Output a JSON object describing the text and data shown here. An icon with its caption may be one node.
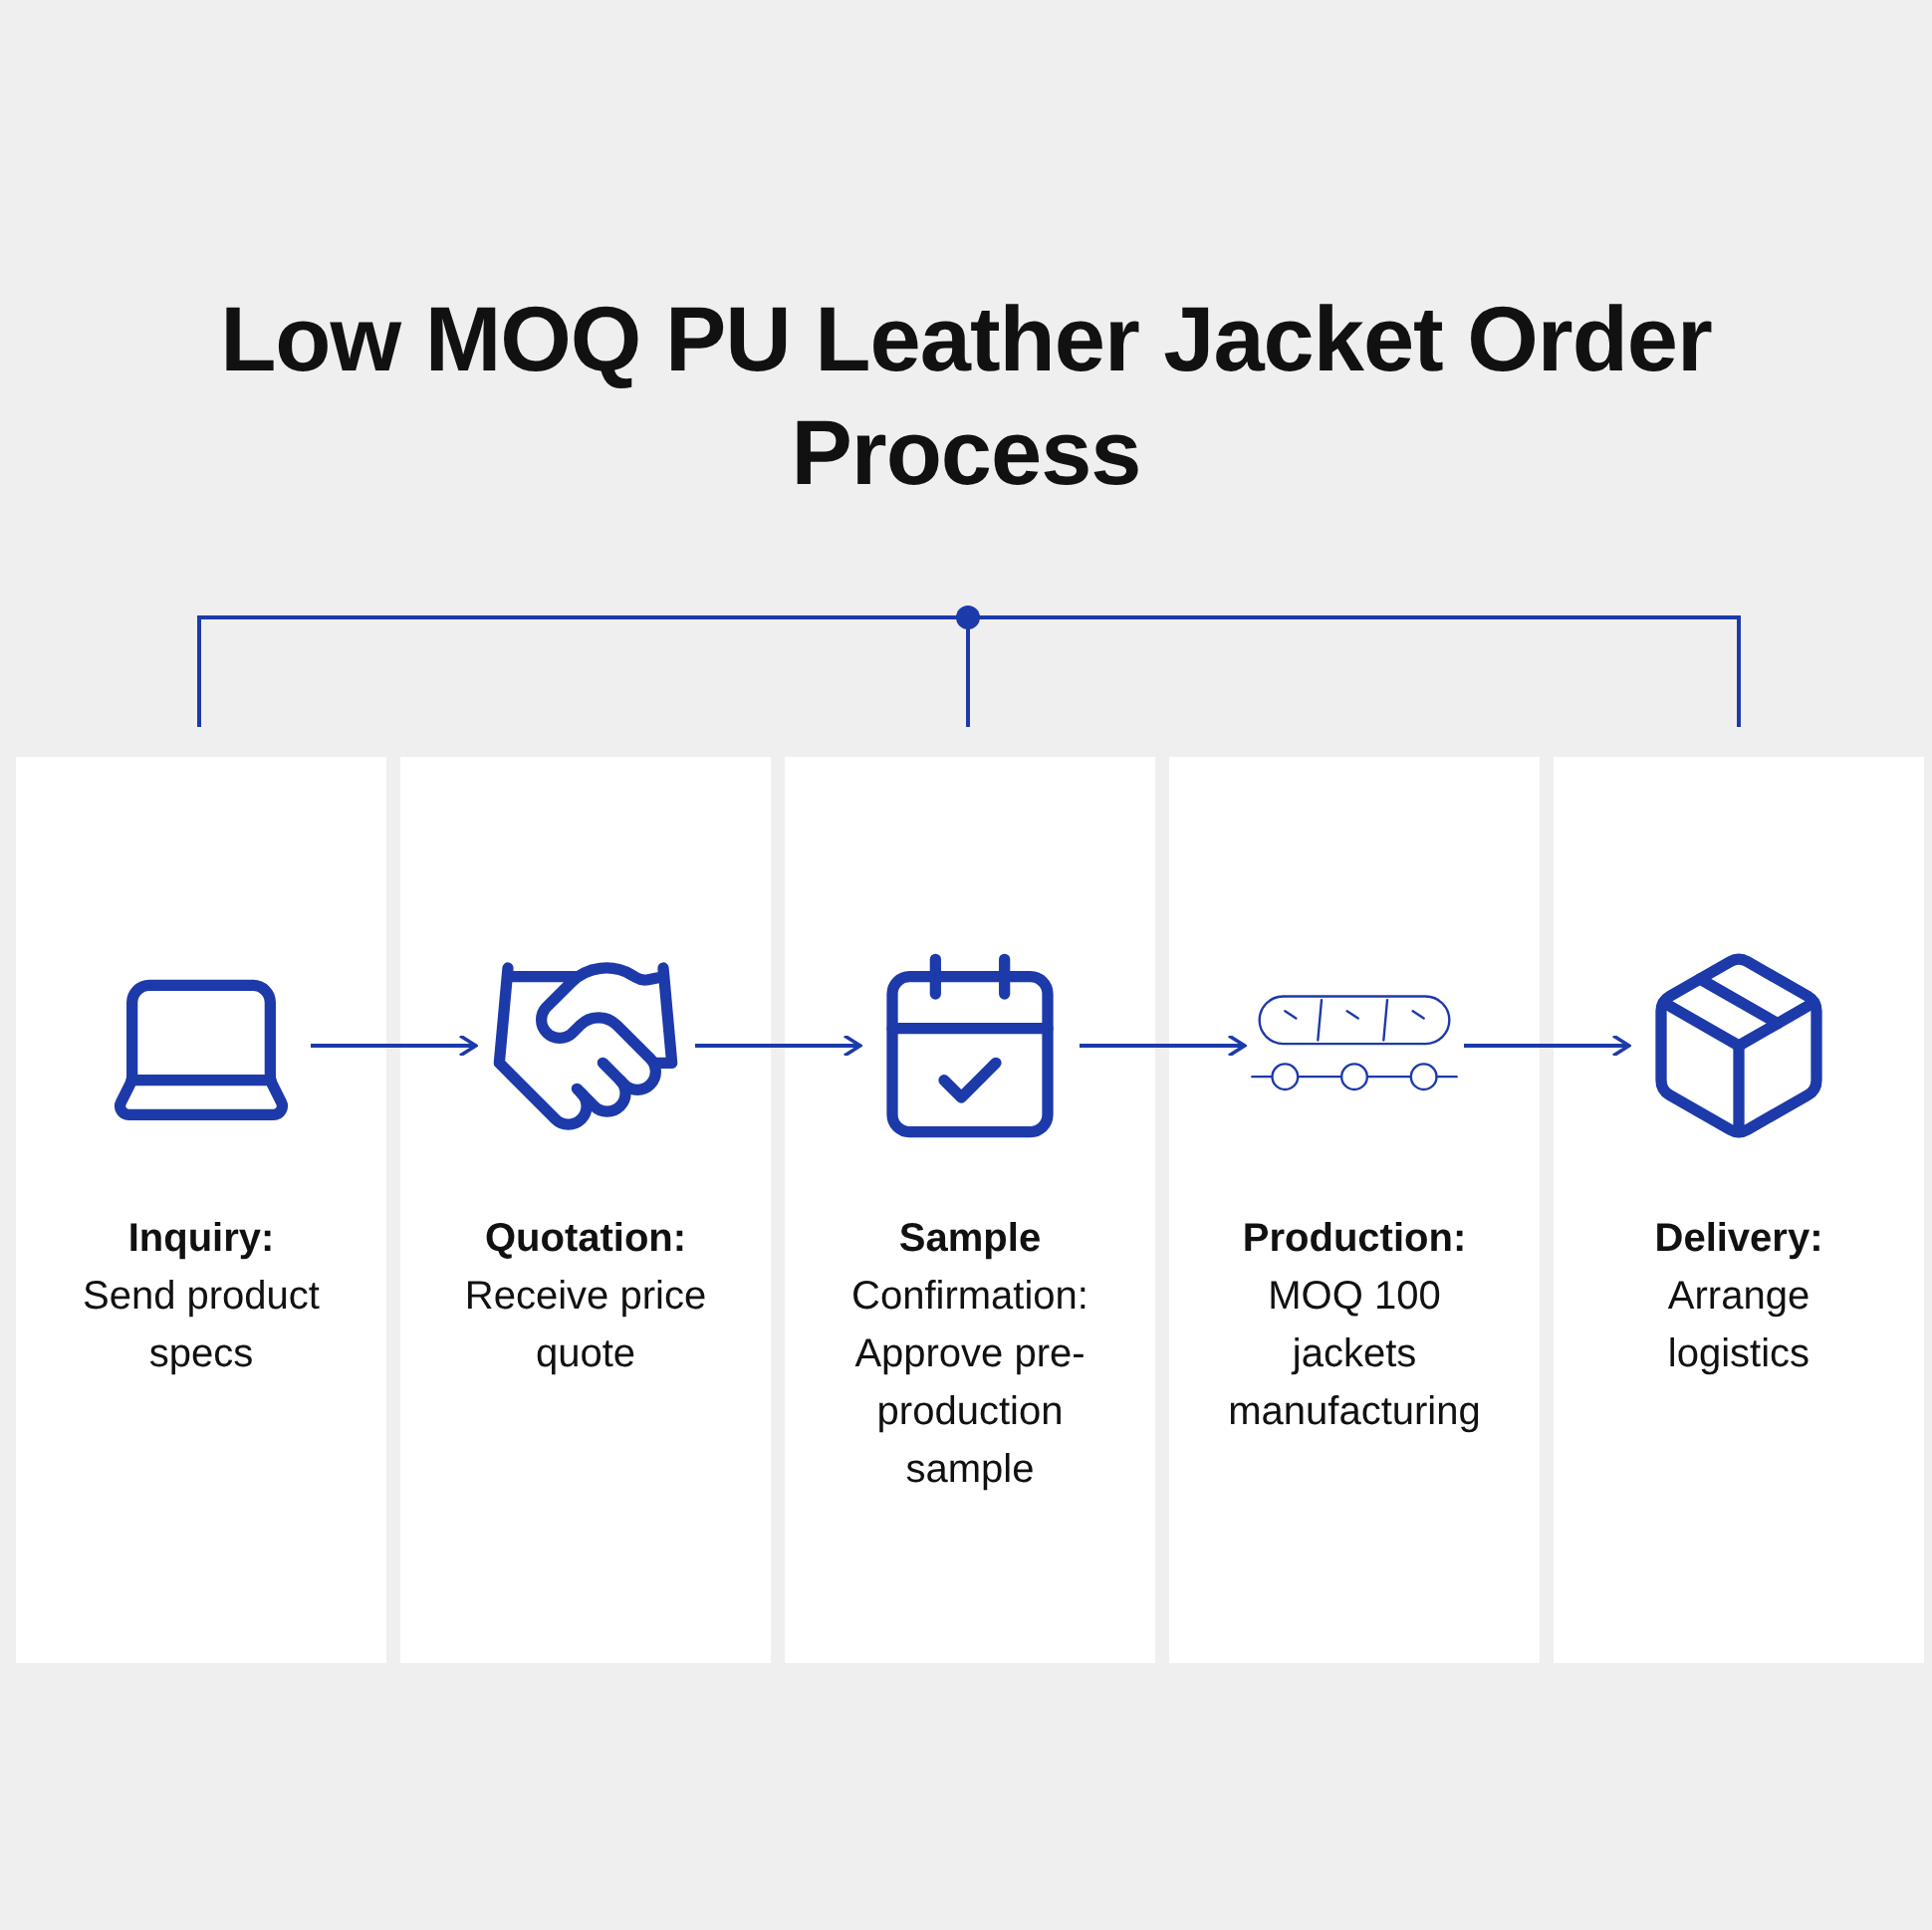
{
  "diagram": {
    "title": "Low MOQ PU Leather Jacket Order Process",
    "nodes": [
      {
        "text": [
          "Inquiry:",
          "Send product specs"
        ]
      },
      {
        "text": [],
        "shape": "picture",
        "in": 0
      },
      {
        "text": [
          "Quotation:",
          "Receive price quote"
        ]
      },
      {
        "text": [],
        "shape": "picture",
        "in": 2
      },
      {
        "text": [
          "Sample",
          "Confirmation: Approve pre-production sample"
        ]
      },
      {
        "text": [],
        "shape": "picture",
        "in": 4
      },
      {
        "text": [
          "Production:",
          "MOQ 100 jackets manufacturing"
        ]
      },
      {
        "text": [],
        "shape": "picture",
        "in": 6
      },
      {
        "text": [
          "Delivery:",
          "Arrange logistics"
        ]
      },
      {
        "text": [],
        "shape": "picture",
        "in": 8
      }
    ],
    "edges": [
      {
        "from": 1,
        "to": 3,
        "arrow": "to"
      },
      {
        "from": 3,
        "to": 5,
        "arrow": "to"
      },
      {
        "from": 5,
        "to": 7,
        "arrow": "to"
      },
      {
        "from": 7,
        "to": 9,
        "arrow": "to"
      }
    ]
  }
}
